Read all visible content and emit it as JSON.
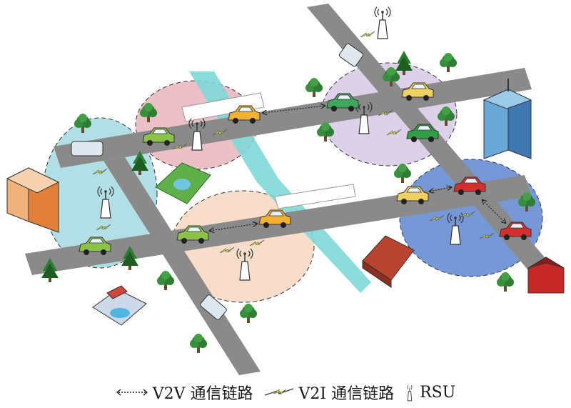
{
  "legend": {
    "v2v_label": "V2V 通信链路",
    "v2i_label": "V2I 通信链路",
    "rsu_label": "RSU"
  },
  "colors": {
    "road": "#8a8a8a",
    "river": "#7fd8d8",
    "zone_red": "#d98a96",
    "zone_cyan": "#7fcad6",
    "zone_purple": "#c7b3dc",
    "zone_peach": "#f3c7a6",
    "zone_blue": "#5f86cf",
    "v2i_link": "#d7e62c",
    "rsu": "#ffffff",
    "tree": "#2e7d32"
  },
  "icons": {
    "v2v": "dotted-double-arrow-icon",
    "v2i": "lightning-link-icon",
    "rsu": "antenna-tower-icon"
  }
}
